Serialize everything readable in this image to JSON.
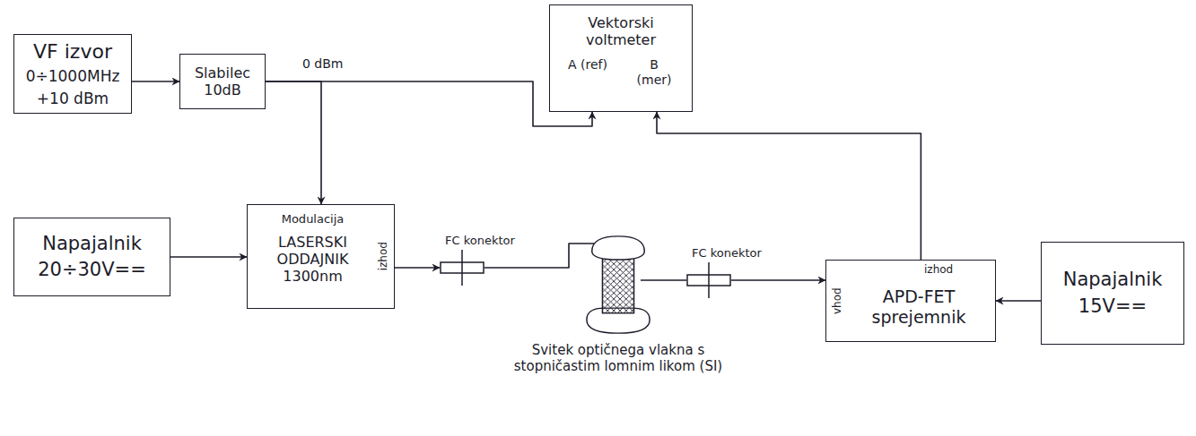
{
  "diagram": {
    "nodes": [
      {
        "text": [
          "VF izvor",
          "0÷1000MHz",
          "+10 dBm"
        ]
      },
      {
        "text": [
          "Slabilec 10dB"
        ]
      },
      {
        "text": [
          "Vektorski voltmeter",
          "A (ref)",
          "B (mer)"
        ]
      },
      {
        "text": [
          "Napajalnik",
          "20÷30V=="
        ]
      },
      {
        "text": [
          "Modulacija",
          "LASERSKI ODDAJNIK 1300nm",
          "izhod"
        ]
      },
      {
        "text": [
          "FC konektor"
        ]
      },
      {
        "text": [
          "Svitek optičnega vlakna s stopničastim lomnim likom (SI)"
        ]
      },
      {
        "text": [
          "FC konektor"
        ]
      },
      {
        "text": [
          "izhod",
          "APD-FET sprejemnik",
          "vhod"
        ]
      },
      {
        "text": [
          "Napajalnik",
          "15V=="
        ]
      }
    ],
    "edges": [
      {
        "from": 0,
        "to": 1,
        "arrow": "to"
      },
      {
        "from": 1,
        "to": 2,
        "arrow": "to",
        "label": "0 dBm"
      },
      {
        "from": 1,
        "to": 4,
        "arrow": "to"
      },
      {
        "from": 3,
        "to": 4,
        "arrow": "to"
      },
      {
        "from": 4,
        "to": 5,
        "arrow": "to"
      },
      {
        "from": 5,
        "to": 6,
        "arrow": "none"
      },
      {
        "from": 6,
        "to": 7,
        "arrow": "none"
      },
      {
        "from": 7,
        "to": 8,
        "arrow": "to"
      },
      {
        "from": 8,
        "to": 2,
        "arrow": "to"
      },
      {
        "from": 9,
        "to": 8,
        "arrow": "to"
      }
    ]
  }
}
